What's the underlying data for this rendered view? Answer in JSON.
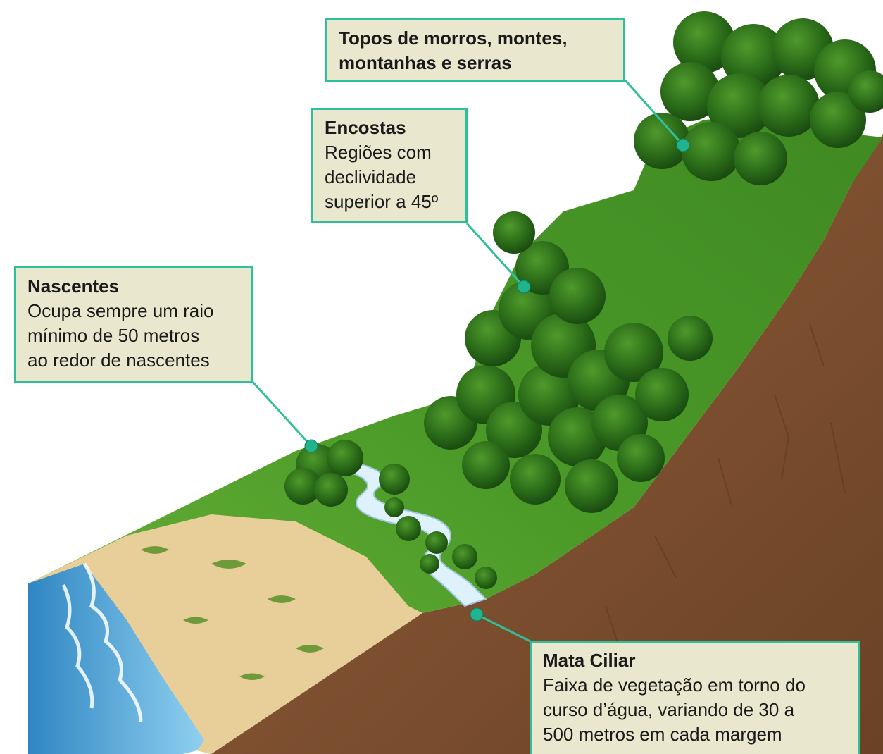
{
  "callouts": {
    "topos": {
      "title": "Topos de morros, montes,\nmontanhas e serras"
    },
    "encostas": {
      "title": "Encostas",
      "text": "Regiões com\ndeclividade\nsuperior a 45º"
    },
    "nascentes": {
      "title": "Nascentes",
      "text": "Ocupa sempre um raio\nmínimo de 50 metros\nao redor de nascentes"
    },
    "mata_ciliar": {
      "title": "Mata Ciliar",
      "text": "Faixa de vegetação em torno do\ncurso d’água, variando de 30 a\n500 metros em cada margem"
    }
  },
  "colors": {
    "callout_border": "#2fbf9b",
    "callout_fill": "#e9e7cd",
    "leader_line": "#2fbf9b",
    "marker_dot": "#1fb48e",
    "forest_dark": "#1f5a14",
    "grass": "#4fa82a",
    "soil": "#8a5a33",
    "sand": "#e8cf9a",
    "sea": "#4aa8d8",
    "river": "#dff1fb"
  }
}
